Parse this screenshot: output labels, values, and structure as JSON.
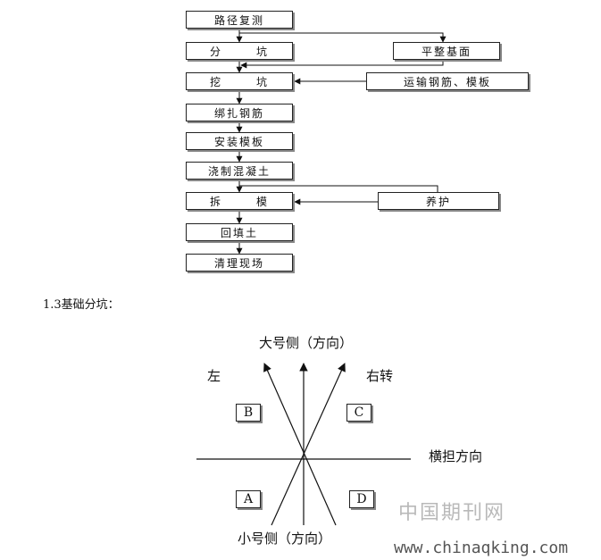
{
  "flowchart": {
    "main_steps": [
      "路径复测",
      "分坑",
      "挖坑",
      "绑扎钢筋",
      "安装模板",
      "浇制混凝土",
      "拆模",
      "回填土",
      "清理现场"
    ],
    "side_steps": {
      "leveling": "平整基面",
      "transport": "运输钢筋、模板",
      "curing": "养护"
    }
  },
  "section": {
    "heading": "1.3基础分坑："
  },
  "pit_diagram": {
    "top_label": "大号侧（方向）",
    "bottom_label": "小号侧（方向）",
    "left_label": "左",
    "right_label": "右转",
    "cross_label": "横担方向",
    "quadrants": [
      "B",
      "C",
      "A",
      "D"
    ]
  },
  "watermark": {
    "text_cn": "中国期刊网",
    "url": "www.chinaqking.com"
  }
}
